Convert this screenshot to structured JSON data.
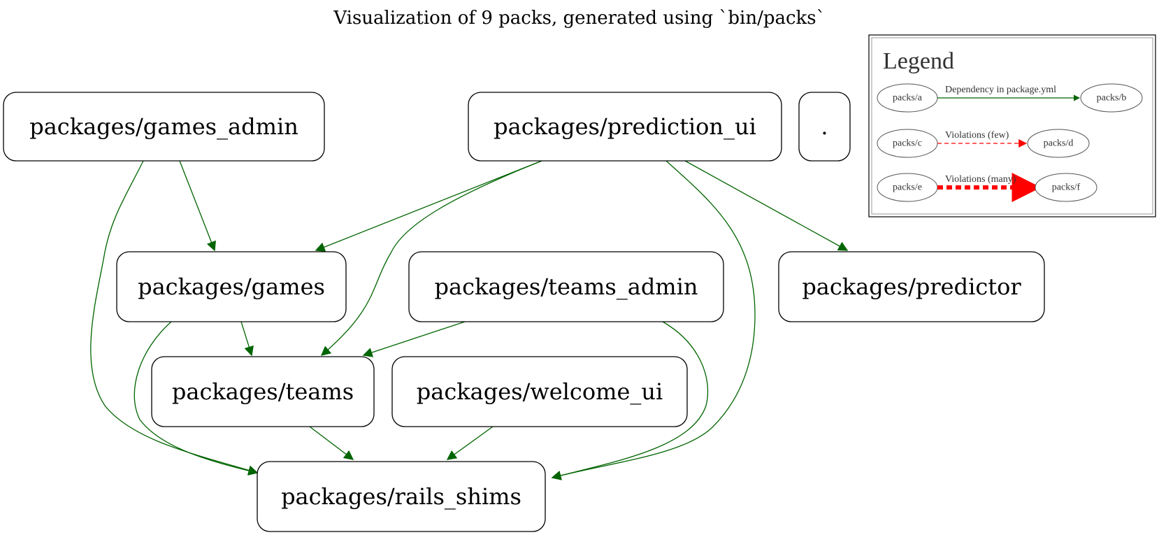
{
  "title": "Visualization of 9 packs, generated using `bin/packs`",
  "colors": {
    "dependency": "#006400",
    "violation": "#ff0000",
    "node_border": "#000000",
    "legend_text": "#333333"
  },
  "nodes": {
    "games_admin": "packages/games_admin",
    "prediction_ui": "packages/prediction_ui",
    "root": ".",
    "games": "packages/games",
    "teams_admin": "packages/teams_admin",
    "predictor": "packages/predictor",
    "teams": "packages/teams",
    "welcome_ui": "packages/welcome_ui",
    "rails_shims": "packages/rails_shims"
  },
  "edges": [
    {
      "from": "packages/games_admin",
      "to": "packages/games"
    },
    {
      "from": "packages/games_admin",
      "to": "packages/rails_shims"
    },
    {
      "from": "packages/prediction_ui",
      "to": "packages/games"
    },
    {
      "from": "packages/prediction_ui",
      "to": "packages/teams"
    },
    {
      "from": "packages/prediction_ui",
      "to": "packages/rails_shims"
    },
    {
      "from": "packages/prediction_ui",
      "to": "packages/predictor"
    },
    {
      "from": "packages/games",
      "to": "packages/teams"
    },
    {
      "from": "packages/games",
      "to": "packages/rails_shims"
    },
    {
      "from": "packages/teams_admin",
      "to": "packages/teams"
    },
    {
      "from": "packages/teams_admin",
      "to": "packages/rails_shims"
    },
    {
      "from": "packages/teams",
      "to": "packages/rails_shims"
    },
    {
      "from": "packages/welcome_ui",
      "to": "packages/rails_shims"
    }
  ],
  "legend": {
    "title": "Legend",
    "node_a": "packs/a",
    "node_b": "packs/b",
    "node_c": "packs/c",
    "node_d": "packs/d",
    "node_e": "packs/e",
    "node_f": "packs/f",
    "dependency_label": "Dependency in package.yml",
    "violations_few_label": "Violations (few)",
    "violations_many_label": "Violations (many)"
  }
}
